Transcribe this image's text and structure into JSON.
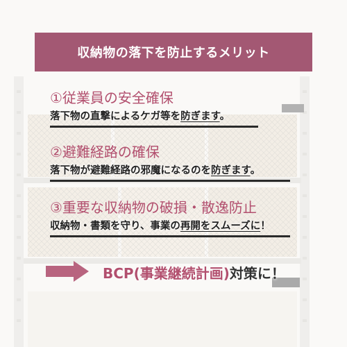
{
  "banner": {
    "title": "収納物の落下を防止するメリット"
  },
  "items": [
    {
      "heading": "①従業員の安全確保",
      "desc_pre": "落下物の直撃によるケガ等を",
      "desc_underlined": "防ぎます",
      "desc_post": "。"
    },
    {
      "heading": "②避難経路の確保",
      "desc_pre": "落下物が避難経路の邪魔になるのを",
      "desc_underlined": "防ぎます",
      "desc_post": "。"
    },
    {
      "heading": "③重要な収納物の破損・散逸防止",
      "desc_pre": "収納物・書類を守り、事業の",
      "desc_underlined": "再開をスムーズに",
      "desc_post": "！"
    }
  ],
  "conclusion": {
    "main": "BCP(事業継続計画)",
    "tail": "対策に！"
  },
  "colors": {
    "banner_bg": "#a35873",
    "accent": "#b24f6e",
    "text": "#222222",
    "arrow": "#b8647f"
  },
  "icons": {
    "arrow": "right-arrow-icon"
  }
}
